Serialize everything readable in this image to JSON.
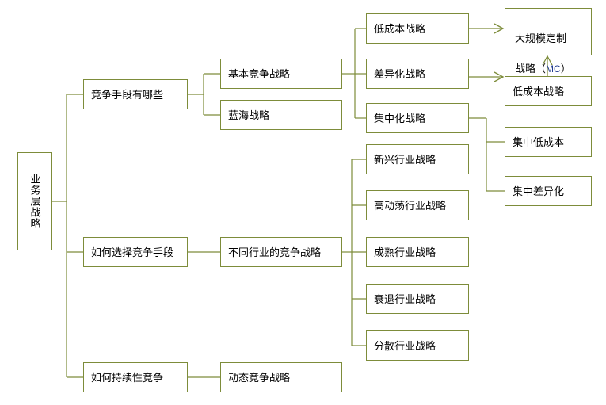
{
  "diagram": {
    "title": "业务层战略",
    "type": "tree-mindmap",
    "line_color": "#7d8c3a",
    "accent_color": "#1f3a8f",
    "background": "#ffffff",
    "root": {
      "label": "业务层战略"
    },
    "branches": [
      {
        "label": "竞争手段有哪些",
        "children": [
          {
            "label": "基本竞争战略",
            "children": [
              {
                "label": "低成本战略"
              },
              {
                "label": "差异化战略"
              },
              {
                "label": "集中化战略",
                "children": [
                  {
                    "label": "集中低成本"
                  },
                  {
                    "label": "集中差异化"
                  }
                ]
              }
            ]
          },
          {
            "label": "蓝海战略"
          }
        ]
      },
      {
        "label": "如何选择竞争手段",
        "children": [
          {
            "label": "不同行业的竞争战略",
            "children": [
              {
                "label": "新兴行业战略"
              },
              {
                "label": "高动荡行业战略"
              },
              {
                "label": "成熟行业战略"
              },
              {
                "label": "衰退行业战略"
              },
              {
                "label": "分散行业战略"
              }
            ]
          }
        ]
      },
      {
        "label": "如何持续性竞争",
        "children": [
          {
            "label": "动态竞争战略"
          }
        ]
      }
    ],
    "outcome_nodes": {
      "mass_customization": {
        "line1": "大规模定制",
        "line2_prefix": "战略（",
        "line2_token": "MC",
        "line2_suffix": "）"
      },
      "low_cost_outcome": {
        "label": "低成本战略"
      }
    },
    "arrows": [
      {
        "from": "低成本战略",
        "to": "大规模定制战略（MC）"
      },
      {
        "from": "差异化战略",
        "to": "低成本战略"
      },
      {
        "from": "低成本战略",
        "to": "大规模定制战略（MC）"
      }
    ]
  }
}
